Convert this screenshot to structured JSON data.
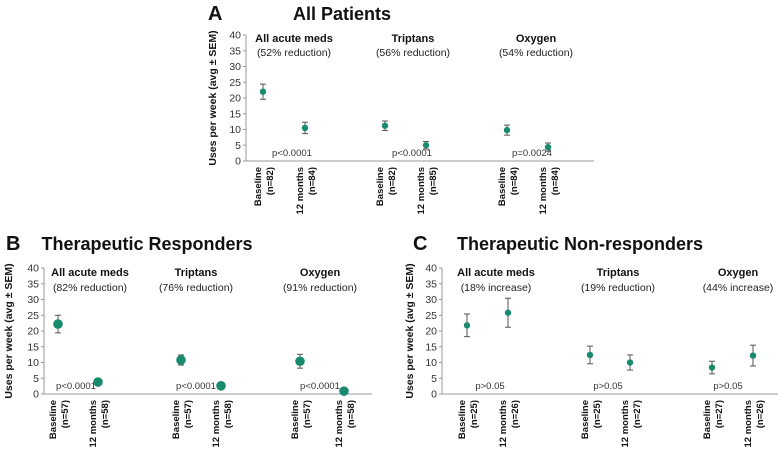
{
  "colors": {
    "point": "#1a8a6e",
    "errorbar": "#555555",
    "axis": "#999999"
  },
  "chart_data": [
    {
      "type": "scatter",
      "panel": "A",
      "title": "All Patients",
      "ylabel": "Uses per week (avg ± SEM)",
      "ylim": [
        0,
        40
      ],
      "yticks": [
        0,
        5,
        10,
        15,
        20,
        25,
        30,
        35,
        40
      ],
      "grid": false,
      "groups": [
        {
          "title": "All acute meds",
          "subtitle": "(52% reduction)",
          "pvalue": "p<0.0001",
          "x": [
            {
              "line1": "Baseline",
              "line2": "(n=82)",
              "y": 22,
              "sem": 2.4
            },
            {
              "line1": "12 months",
              "line2": "(n=84)",
              "y": 10.5,
              "sem": 1.8
            }
          ]
        },
        {
          "title": "Triptans",
          "subtitle": "(56% reduction)",
          "pvalue": "p<0.0001",
          "x": [
            {
              "line1": "Baseline",
              "line2": "(n=82)",
              "y": 11.2,
              "sem": 1.5
            },
            {
              "line1": "12 months",
              "line2": "(n=85)",
              "y": 5,
              "sem": 1.2
            }
          ]
        },
        {
          "title": "Oxygen",
          "subtitle": "(54% reduction)",
          "pvalue": "p=0.0024",
          "x": [
            {
              "line1": "Baseline",
              "line2": "(n=84)",
              "y": 9.8,
              "sem": 1.6
            },
            {
              "line1": "12 months",
              "line2": "(n=84)",
              "y": 4.4,
              "sem": 1.3
            }
          ]
        }
      ]
    },
    {
      "type": "scatter",
      "panel": "B",
      "title": "Therapeutic Responders",
      "ylabel": "Uses per week (avg ± SEM)",
      "ylim": [
        0,
        40
      ],
      "yticks": [
        0,
        5,
        10,
        15,
        20,
        25,
        30,
        35,
        40
      ],
      "grid": false,
      "groups": [
        {
          "title": "All acute meds",
          "subtitle": "(82% reduction)",
          "pvalue": "p<0.0001",
          "x": [
            {
              "line1": "Baseline",
              "line2": "(n=57)",
              "y": 22.2,
              "sem": 2.8
            },
            {
              "line1": "12 months",
              "line2": "(n=58)",
              "y": 3.8,
              "sem": 1.0
            }
          ]
        },
        {
          "title": "Triptans",
          "subtitle": "(76% reduction)",
          "pvalue": "p<0.0001",
          "x": [
            {
              "line1": "Baseline",
              "line2": "(n=57)",
              "y": 10.8,
              "sem": 1.6
            },
            {
              "line1": "12 months",
              "line2": "(n=58)",
              "y": 2.6,
              "sem": 0.6
            }
          ]
        },
        {
          "title": "Oxygen",
          "subtitle": "(91% reduction)",
          "pvalue": "p<0.0001",
          "x": [
            {
              "line1": "Baseline",
              "line2": "(n=57)",
              "y": 10.4,
              "sem": 2.2
            },
            {
              "line1": "12 months",
              "line2": "(n=58)",
              "y": 0.9,
              "sem": 0.3
            }
          ]
        }
      ]
    },
    {
      "type": "scatter",
      "panel": "C",
      "title": "Therapeutic Non-responders",
      "ylabel": "Uses per week (avg ± SEM)",
      "ylim": [
        0,
        40
      ],
      "yticks": [
        0,
        5,
        10,
        15,
        20,
        25,
        30,
        35,
        40
      ],
      "grid": false,
      "groups": [
        {
          "title": "All acute meds",
          "subtitle": "(18% increase)",
          "pvalue": "p>0.05",
          "x": [
            {
              "line1": "Baseline",
              "line2": "(n=25)",
              "y": 21.8,
              "sem": 3.6
            },
            {
              "line1": "12 months",
              "line2": "(n=26)",
              "y": 25.8,
              "sem": 4.6
            }
          ]
        },
        {
          "title": "Triptans",
          "subtitle": "(19% reduction)",
          "pvalue": "p>0.05",
          "x": [
            {
              "line1": "Baseline",
              "line2": "(n=25)",
              "y": 12.4,
              "sem": 2.8
            },
            {
              "line1": "12 months",
              "line2": "(n=27)",
              "y": 10,
              "sem": 2.4
            }
          ]
        },
        {
          "title": "Oxygen",
          "subtitle": "(44% increase)",
          "pvalue": "p>0.05",
          "x": [
            {
              "line1": "Baseline",
              "line2": "(n=27)",
              "y": 8.4,
              "sem": 2.0
            },
            {
              "line1": "12 months",
              "line2": "(n=26)",
              "y": 12.2,
              "sem": 3.3
            }
          ]
        }
      ]
    }
  ]
}
